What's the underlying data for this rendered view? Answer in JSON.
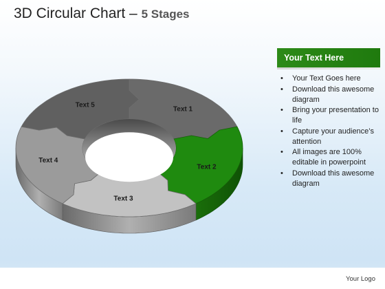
{
  "title": {
    "main": "3D Circular Chart",
    "dash": " – ",
    "subtitle": "5 Stages"
  },
  "diagram": {
    "stages": [
      {
        "label": "Text 1",
        "color": "#8a8a8a",
        "highlighted": false
      },
      {
        "label": "Text 2",
        "color": "#1f8a0f",
        "highlighted": true
      },
      {
        "label": "Text 3",
        "color": "#9a9a9a",
        "highlighted": false
      },
      {
        "label": "Text 4",
        "color": "#8f8f8f",
        "highlighted": false
      },
      {
        "label": "Text 5",
        "color": "#808080",
        "highlighted": false
      }
    ]
  },
  "panel": {
    "header": "Your Text Here",
    "header_color": "#2d8a18",
    "bullets": [
      "Your Text Goes here",
      "Download this awesome diagram",
      "Bring your presentation to life",
      "Capture your audience’s attention",
      "All images are 100% editable in powerpoint",
      "Download this awesome diagram"
    ]
  },
  "footer": {
    "logo": "Your Logo"
  }
}
